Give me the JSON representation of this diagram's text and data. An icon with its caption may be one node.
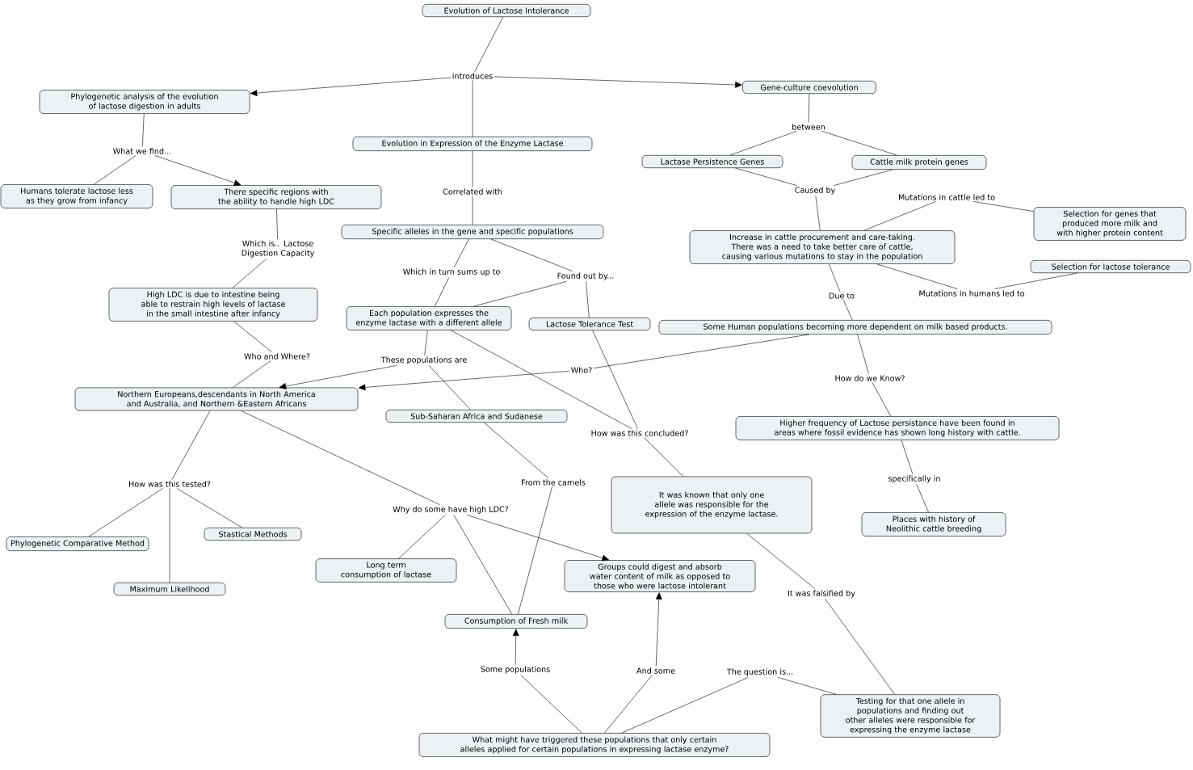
{
  "diagram": {
    "nodes": [
      {
        "text": [
          "Evolution of Lactose Intolerance"
        ]
      },
      {
        "text": [
          "introduces"
        ]
      },
      {
        "text": [
          "Phylogenetic analysis of the evolution of lactose digestion in adults"
        ]
      },
      {
        "text": [
          "Evolution in Expression of the Enzyme Lactase"
        ]
      },
      {
        "text": [
          "Gene-culture coevolution"
        ]
      },
      {
        "text": [
          "What we find..."
        ]
      },
      {
        "text": [
          "Humans tolerate lactose less as they grow from infancy"
        ]
      },
      {
        "text": [
          "There specific regions with the ability to handle high LDC"
        ]
      },
      {
        "text": [
          "Correlated with"
        ]
      },
      {
        "text": [
          "between"
        ]
      },
      {
        "text": [
          "Lactase Persistence Genes"
        ]
      },
      {
        "text": [
          "Cattle milk protein genes"
        ]
      },
      {
        "text": [
          "Which is.. Lactose Digestion Capacity"
        ]
      },
      {
        "text": [
          "Specific alleles in the gene and specific populations"
        ]
      },
      {
        "text": [
          "Caused by"
        ]
      },
      {
        "text": [
          "Mutations in cattle led to"
        ]
      },
      {
        "text": [
          "Selection for genes that produced more milk and with higher protein content"
        ]
      },
      {
        "text": [
          "Increase in cattle procurement and care-taking. There was a need to take better care of cattle, causing various mutations to stay in the population"
        ]
      },
      {
        "text": [
          "Selection for lactose tolerance"
        ]
      },
      {
        "text": [
          "Which in turn sums up to"
        ]
      },
      {
        "text": [
          "Found out by..."
        ]
      },
      {
        "text": [
          "High LDC is due to intestine being able to restrain high levels of lactase in the small intestine after infancy"
        ]
      },
      {
        "text": [
          "Each population expresses the enzyme lactase with a different allele"
        ]
      },
      {
        "text": [
          "Lactose Tolerance Test"
        ]
      },
      {
        "text": [
          "Due to"
        ]
      },
      {
        "text": [
          "Mutations in humans led to"
        ]
      },
      {
        "text": [
          "Some Human populations becoming more dependent on milk based products."
        ]
      },
      {
        "text": [
          "Who and Where?"
        ]
      },
      {
        "text": [
          "These populations are"
        ]
      },
      {
        "text": [
          "Who?"
        ]
      },
      {
        "text": [
          "Northern Europeans,descendants in North America and Australia, and Northern &Eastern Africans"
        ]
      },
      {
        "text": [
          "Sub-Saharan Africa and Sudanese"
        ]
      },
      {
        "text": [
          "How was this concluded?"
        ]
      },
      {
        "text": [
          "How do we Know?"
        ]
      },
      {
        "text": [
          "Higher frequency of Lactose persistance have been found in areas where fossil evidence has shown long history with cattle."
        ]
      },
      {
        "text": [
          "specifically in"
        ]
      },
      {
        "text": [
          "How was this tested?"
        ]
      },
      {
        "text": [
          "From the camels"
        ]
      },
      {
        "text": [
          "It was known that only one allele was responsible for the expression of the enzyme lactase."
        ]
      },
      {
        "text": [
          "Places with history of Neolithic cattle breeding"
        ]
      },
      {
        "text": [
          "Why do some have high LDC?"
        ]
      },
      {
        "text": [
          "Phylogenetic Comparative Method"
        ]
      },
      {
        "text": [
          "Stastical Methods"
        ]
      },
      {
        "text": [
          "Long term consumption of lactase"
        ]
      },
      {
        "text": [
          "Groups could digest and absorb water content of milk as opposed to those who were lactose intolerant"
        ]
      },
      {
        "text": [
          "Maximum Likelihood"
        ]
      },
      {
        "text": [
          "It was falsified by"
        ]
      },
      {
        "text": [
          "Consumption of Fresh milk"
        ]
      },
      {
        "text": [
          "Some populations"
        ]
      },
      {
        "text": [
          "And some"
        ]
      },
      {
        "text": [
          "The question is..."
        ]
      },
      {
        "text": [
          "Testing for that one allele in populations and finding out other alleles were responsible for expressing the enzyme lactase"
        ]
      },
      {
        "text": [
          "What might have triggered these populations that only certain alleles applied for certain populations in expressing lactase enzyme?"
        ]
      }
    ],
    "edges": [
      {
        "from": 0,
        "to": 1,
        "arrow": "none"
      },
      {
        "from": 1,
        "to": 2,
        "arrow": "to"
      },
      {
        "from": 1,
        "to": 3,
        "arrow": "none"
      },
      {
        "from": 1,
        "to": 4,
        "arrow": "to"
      },
      {
        "from": 2,
        "to": 5,
        "arrow": "none"
      },
      {
        "from": 5,
        "to": 6,
        "arrow": "none"
      },
      {
        "from": 5,
        "to": 7,
        "arrow": "to"
      },
      {
        "from": 7,
        "to": 12,
        "arrow": "none"
      },
      {
        "from": 12,
        "to": 21,
        "arrow": "none"
      },
      {
        "from": 3,
        "to": 8,
        "arrow": "none"
      },
      {
        "from": 8,
        "to": 13,
        "arrow": "none"
      },
      {
        "from": 4,
        "to": 9,
        "arrow": "none"
      },
      {
        "from": 9,
        "to": 10,
        "arrow": "none"
      },
      {
        "from": 9,
        "to": 11,
        "arrow": "none"
      },
      {
        "from": 10,
        "to": 14,
        "arrow": "none"
      },
      {
        "from": 11,
        "to": 14,
        "arrow": "none"
      },
      {
        "from": 14,
        "to": 17,
        "arrow": "none"
      },
      {
        "from": 17,
        "to": 15,
        "arrow": "none"
      },
      {
        "from": 15,
        "to": 16,
        "arrow": "none"
      },
      {
        "from": 17,
        "to": 25,
        "arrow": "none"
      },
      {
        "from": 25,
        "to": 18,
        "arrow": "none"
      },
      {
        "from": 17,
        "to": 24,
        "arrow": "none"
      },
      {
        "from": 24,
        "to": 26,
        "arrow": "none"
      },
      {
        "from": 13,
        "to": 19,
        "arrow": "none"
      },
      {
        "from": 19,
        "to": 22,
        "arrow": "none"
      },
      {
        "from": 13,
        "to": 20,
        "arrow": "none"
      },
      {
        "from": 20,
        "to": 22,
        "arrow": "none"
      },
      {
        "from": 20,
        "to": 23,
        "arrow": "none"
      },
      {
        "from": 21,
        "to": 27,
        "arrow": "none"
      },
      {
        "from": 27,
        "to": 30,
        "arrow": "none"
      },
      {
        "from": 22,
        "to": 28,
        "arrow": "none"
      },
      {
        "from": 28,
        "to": 30,
        "arrow": "to"
      },
      {
        "from": 28,
        "to": 31,
        "arrow": "none"
      },
      {
        "from": 26,
        "to": 29,
        "arrow": "none"
      },
      {
        "from": 29,
        "to": 30,
        "arrow": "to"
      },
      {
        "from": 22,
        "to": 32,
        "arrow": "none"
      },
      {
        "from": 23,
        "to": 32,
        "arrow": "none"
      },
      {
        "from": 32,
        "to": 38,
        "arrow": "none"
      },
      {
        "from": 26,
        "to": 33,
        "arrow": "none"
      },
      {
        "from": 33,
        "to": 34,
        "arrow": "none"
      },
      {
        "from": 34,
        "to": 35,
        "arrow": "none"
      },
      {
        "from": 35,
        "to": 39,
        "arrow": "none"
      },
      {
        "from": 30,
        "to": 36,
        "arrow": "none"
      },
      {
        "from": 36,
        "to": 41,
        "arrow": "none"
      },
      {
        "from": 36,
        "to": 45,
        "arrow": "none"
      },
      {
        "from": 36,
        "to": 42,
        "arrow": "none"
      },
      {
        "from": 30,
        "to": 40,
        "arrow": "none"
      },
      {
        "from": 40,
        "to": 43,
        "arrow": "none"
      },
      {
        "from": 40,
        "to": 47,
        "arrow": "none"
      },
      {
        "from": 40,
        "to": 44,
        "arrow": "to"
      },
      {
        "from": 31,
        "to": 37,
        "arrow": "none"
      },
      {
        "from": 37,
        "to": 47,
        "arrow": "none"
      },
      {
        "from": 38,
        "to": 46,
        "arrow": "none"
      },
      {
        "from": 46,
        "to": 51,
        "arrow": "none"
      },
      {
        "from": 52,
        "to": 48,
        "arrow": "none"
      },
      {
        "from": 48,
        "to": 47,
        "arrow": "to"
      },
      {
        "from": 52,
        "to": 49,
        "arrow": "none"
      },
      {
        "from": 49,
        "to": 44,
        "arrow": "to"
      },
      {
        "from": 52,
        "to": 50,
        "arrow": "none"
      },
      {
        "from": 50,
        "to": 51,
        "arrow": "none"
      }
    ]
  }
}
